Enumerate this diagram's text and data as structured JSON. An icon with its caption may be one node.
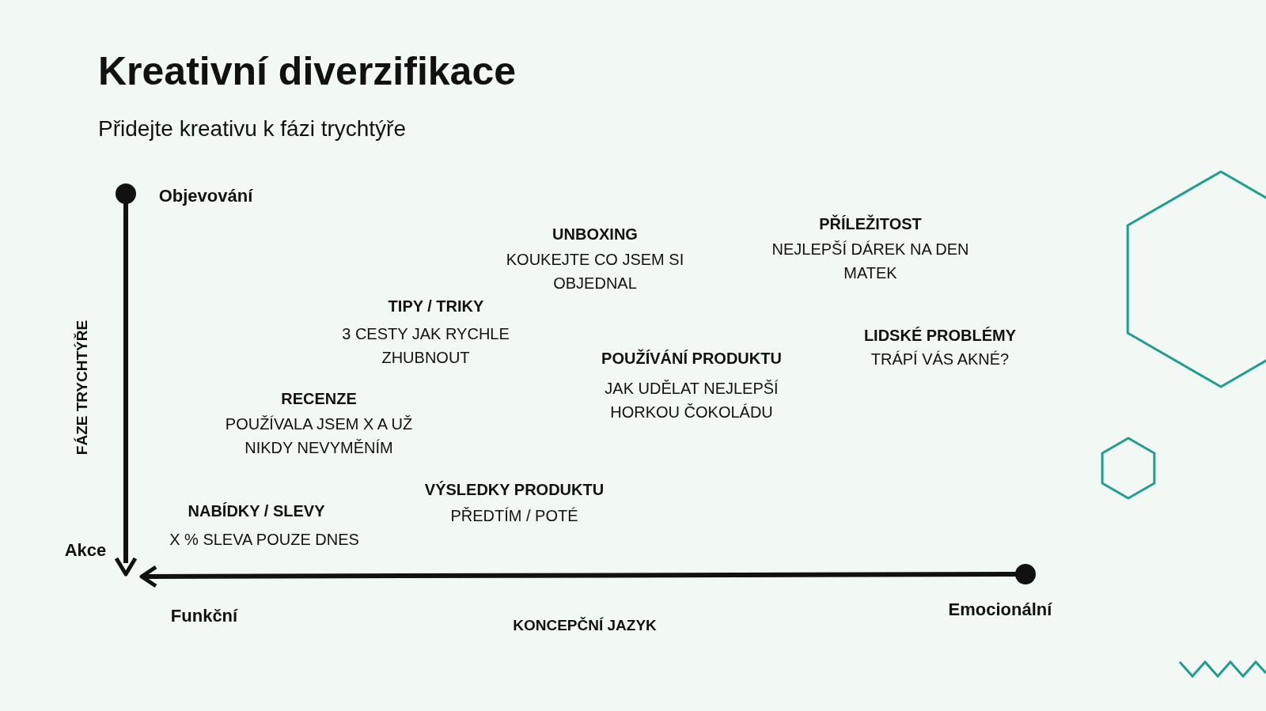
{
  "diagram": {
    "title": "Kreativní diverzifikace",
    "caption": "Přidejte kreativu k fázi trychtýře",
    "labels": [
      "Objevování",
      "PŘÍLEŽITOST",
      "NEJLEPŠÍ DÁREK NA DEN MATEK",
      "UNBOXING",
      "KOUKEJTE CO JSEM SI OBJEDNAL",
      "TIPY / TRIKY",
      "3 CESTY JAK RYCHLE ZHUBNOUT",
      "LIDSKÉ PROBLÉMY",
      "TRÁPÍ VÁS AKNÉ?",
      "POUŽÍVÁNÍ PRODUKTU",
      "JAK UDĚLAT NEJLEPŠÍ HORKOU ČOKOLÁDU",
      "FÁZE TRYCHTÝŘE",
      "RECENZE",
      "POUŽÍVALA JSEM X A UŽ NIKDY NEVYMĚNÍM",
      "VÝSLEDKY PRODUKTU",
      "PŘEDTÍM / POTÉ",
      "NABÍDKY / SLEVY",
      "X % SLEVA POUZE DNES",
      "Akce",
      "Emocionální",
      "Funkční",
      "KONCEPČNÍ JAZYK"
    ]
  }
}
